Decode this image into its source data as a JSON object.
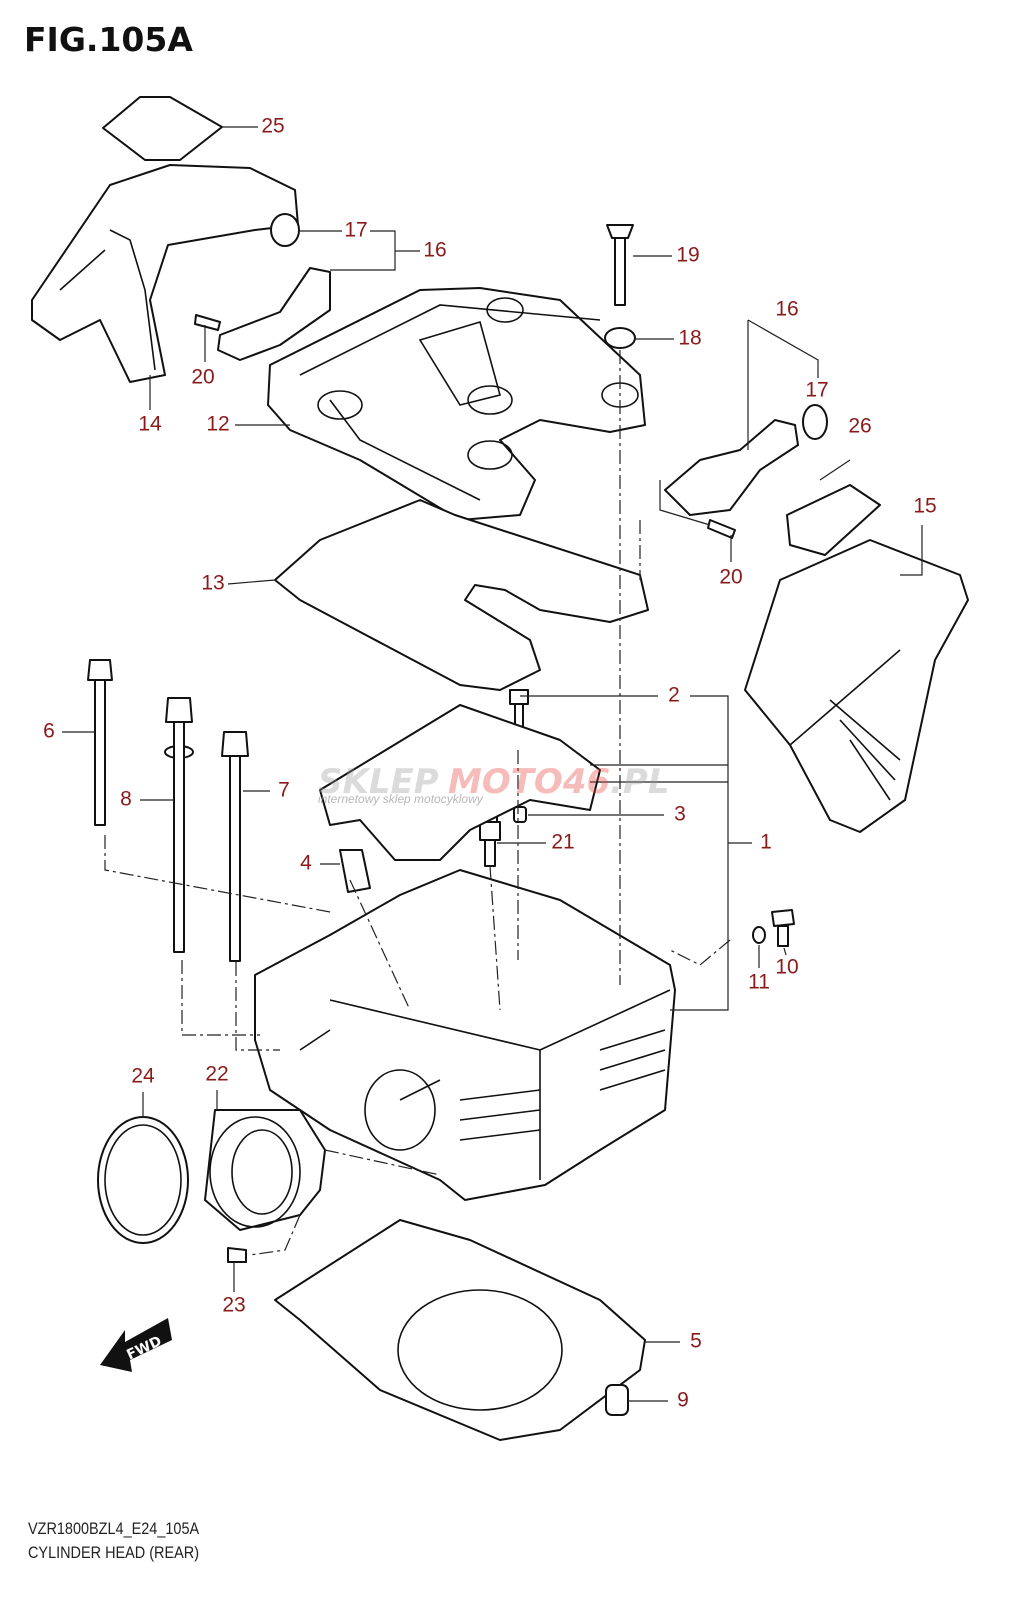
{
  "figure": {
    "title": "FIG.105A"
  },
  "footer": {
    "code": "VZR1800BZL4_E24_105A",
    "caption": "CYLINDER HEAD (REAR)"
  },
  "watermark": {
    "text_gray": "SKLEP",
    "text_red": "MOTO46",
    "suffix": ".PL",
    "tagline": "internetowy sklep motocyklowy"
  },
  "colors": {
    "label": "#8b1a1a",
    "line": "#111111",
    "watermark_red": "#e8413a"
  },
  "callouts": [
    "25",
    "17",
    "16",
    "19",
    "18",
    "16",
    "17",
    "26",
    "15",
    "20",
    "14",
    "12",
    "20",
    "13",
    "6",
    "2",
    "8",
    "7",
    "3",
    "21",
    "1",
    "4",
    "11",
    "10",
    "24",
    "22",
    "23",
    "5",
    "9"
  ],
  "fwd_label": "FWD"
}
